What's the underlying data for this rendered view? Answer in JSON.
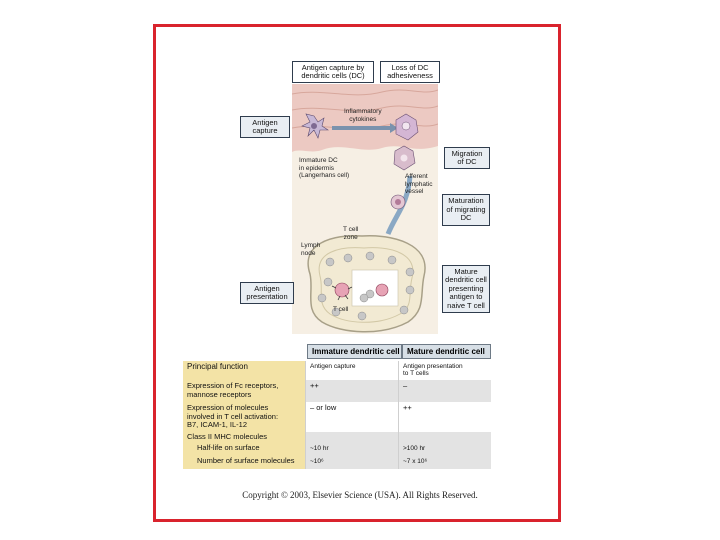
{
  "colors": {
    "border": "#d9232d",
    "skin": "#ecc9c2",
    "lymph_node": "#f2ead3",
    "label_box": "#e9eef3",
    "table_header": "#d7dfe6",
    "first_column": "#f3e3a6"
  },
  "top_labels": {
    "capture": "Antigen capture by\ndendritic cells (DC)",
    "loss": "Loss of DC\nadhesiveness"
  },
  "side_labels": {
    "capture": "Antigen\ncapture",
    "presentation": "Antigen\npresentation",
    "migration": "Migration\nof DC",
    "maturation": "Maturation\nof migrating\nDC",
    "mature": "Mature\ndendritic cell\npresenting\nantigen to\nnaive T cell"
  },
  "diagram_labels": {
    "cytokines": "Inflammatory\ncytokines",
    "immature_dc": "Immature DC\nin epidermis\n(Langerhans cell)",
    "lymph_vessel": "Afferent\nlymphatic\nvessel",
    "t_zone": "T cell\nzone",
    "lymph_node": "Lymph\nnode",
    "t_cell": "T cell"
  },
  "table": {
    "headers": [
      "Immature dendritic cell",
      "Mature dendritic cell"
    ],
    "rows": [
      {
        "label": "Principal function",
        "immature": "Antigen capture",
        "mature": "Antigen presentation\nto T cells"
      },
      {
        "label": "Expression of Fc receptors,\nmannose receptors",
        "immature": "++",
        "mature": "–"
      },
      {
        "label": "Expression of molecules\ninvolved in T cell activation:\nB7, ICAM-1, IL-12",
        "immature": "– or low",
        "mature": "++"
      },
      {
        "label": "Class II MHC molecules",
        "immature": "",
        "mature": ""
      },
      {
        "label": "Half-life on surface",
        "immature": "~10 hr",
        "mature": ">100 hr"
      },
      {
        "label": "Number of surface molecules",
        "immature": "~10⁶",
        "mature": "~7 x 10⁶"
      }
    ]
  },
  "copyright": "Copyright © 2003, Elsevier Science (USA). All Rights Reserved."
}
